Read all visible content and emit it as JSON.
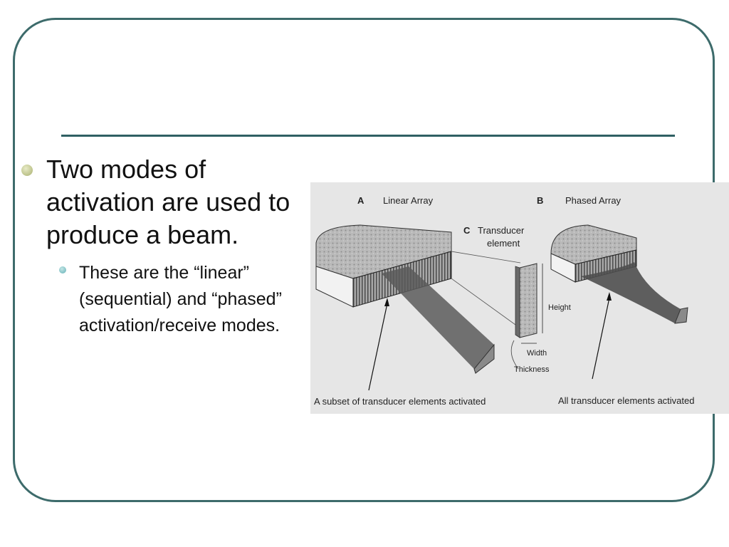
{
  "slide": {
    "bullets": [
      {
        "text": "Two modes of activation are used to produce a beam.",
        "sub": [
          {
            "text": "These are the “linear” (sequential) and “phased” activation/receive modes."
          }
        ]
      }
    ]
  },
  "figure": {
    "panel_a_letter": "A",
    "panel_a_title": "Linear Array",
    "panel_b_letter": "B",
    "panel_b_title": "Phased Array",
    "panel_c_letter": "C",
    "panel_c_title_line1": "Transducer",
    "panel_c_title_line2": "element",
    "height_label": "Height",
    "width_label": "Width",
    "thickness_label": "Thickness",
    "caption_a": "A subset of transducer elements activated",
    "caption_b": "All transducer elements activated"
  }
}
